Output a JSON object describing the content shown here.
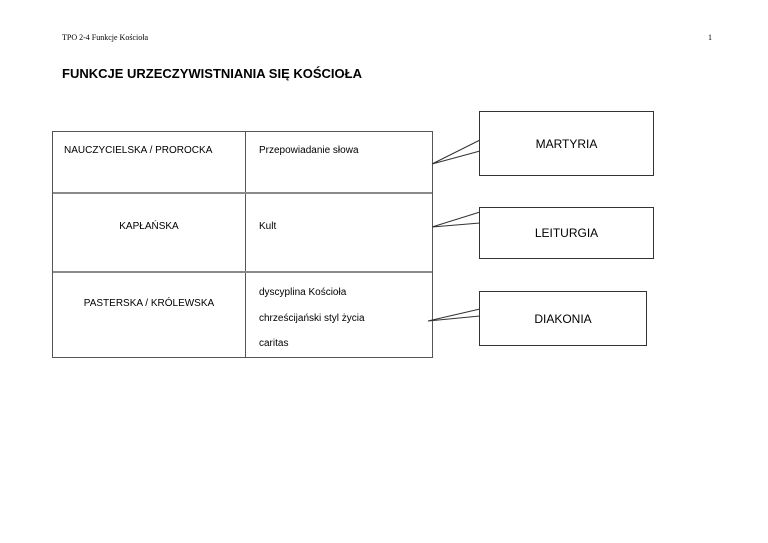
{
  "header": {
    "doc_label": "TPO 2-4 Funkcje Kościoła",
    "page_number": "1"
  },
  "title": "FUNKCJE URZECZYWISTNIANIA SIĘ KOŚCIOŁA",
  "table": {
    "rows": [
      {
        "function": "NAUCZYCIELSKA / PROROCKA",
        "activities": [
          "Przepowiadanie słowa"
        ]
      },
      {
        "function": "KAPŁAŃSKA",
        "activities": [
          "Kult"
        ]
      },
      {
        "function": "PASTERSKA / KRÓLEWSKA",
        "activities": [
          "dyscyplina Kościoła",
          "chrześcijański styl życia",
          "caritas"
        ]
      }
    ]
  },
  "callouts": [
    "MARTYRIA",
    "LEITURGIA",
    "DIAKONIA"
  ]
}
